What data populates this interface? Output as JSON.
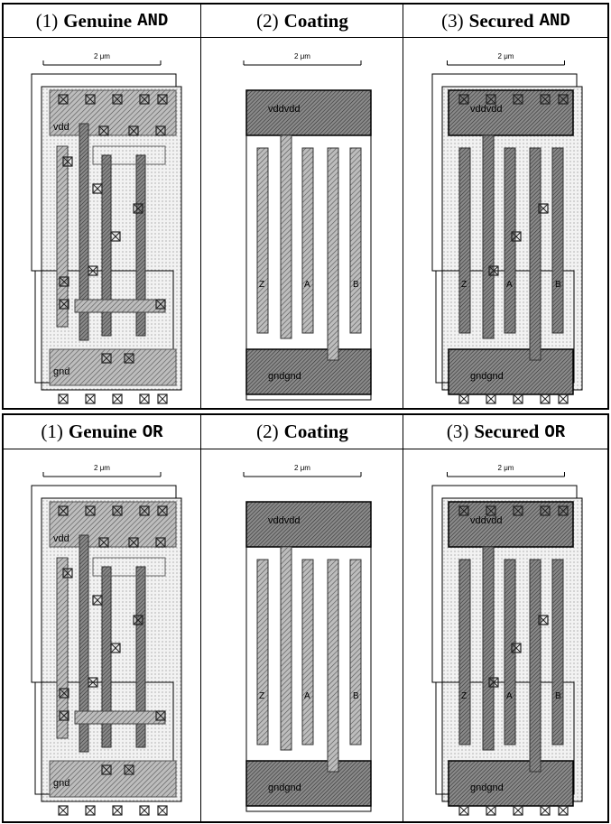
{
  "rows": [
    {
      "gate": "AND",
      "cells": [
        {
          "num": "(1)",
          "word": "Genuine",
          "gate": "AND",
          "variant": "genuine",
          "scale_label": "2 μm",
          "vdd": "vdd",
          "gnd": "gnd",
          "pins": []
        },
        {
          "num": "(2)",
          "word": "Coating",
          "gate": "",
          "variant": "coating",
          "scale_label": "2 μm",
          "vdd": "vddvdd",
          "gnd": "gndgnd",
          "pins": [
            "Z",
            "A",
            "B"
          ]
        },
        {
          "num": "(3)",
          "word": "Secured",
          "gate": "AND",
          "variant": "secured",
          "scale_label": "2 μm",
          "vdd": "vddvdd",
          "gnd": "gndgnd",
          "pins": [
            "Z",
            "A",
            "B"
          ]
        }
      ]
    },
    {
      "gate": "OR",
      "cells": [
        {
          "num": "(1)",
          "word": "Genuine",
          "gate": "OR",
          "variant": "genuine",
          "scale_label": "2 μm",
          "vdd": "vdd",
          "gnd": "gnd",
          "pins": []
        },
        {
          "num": "(2)",
          "word": "Coating",
          "gate": "",
          "variant": "coating",
          "scale_label": "2 μm",
          "vdd": "vddvdd",
          "gnd": "gndgnd",
          "pins": [
            "Z",
            "A",
            "B"
          ]
        },
        {
          "num": "(3)",
          "word": "Secured",
          "gate": "OR",
          "variant": "secured",
          "scale_label": "2 μm",
          "vdd": "vddvdd",
          "gnd": "gndgnd",
          "pins": [
            "Z",
            "A",
            "B"
          ]
        }
      ]
    }
  ]
}
